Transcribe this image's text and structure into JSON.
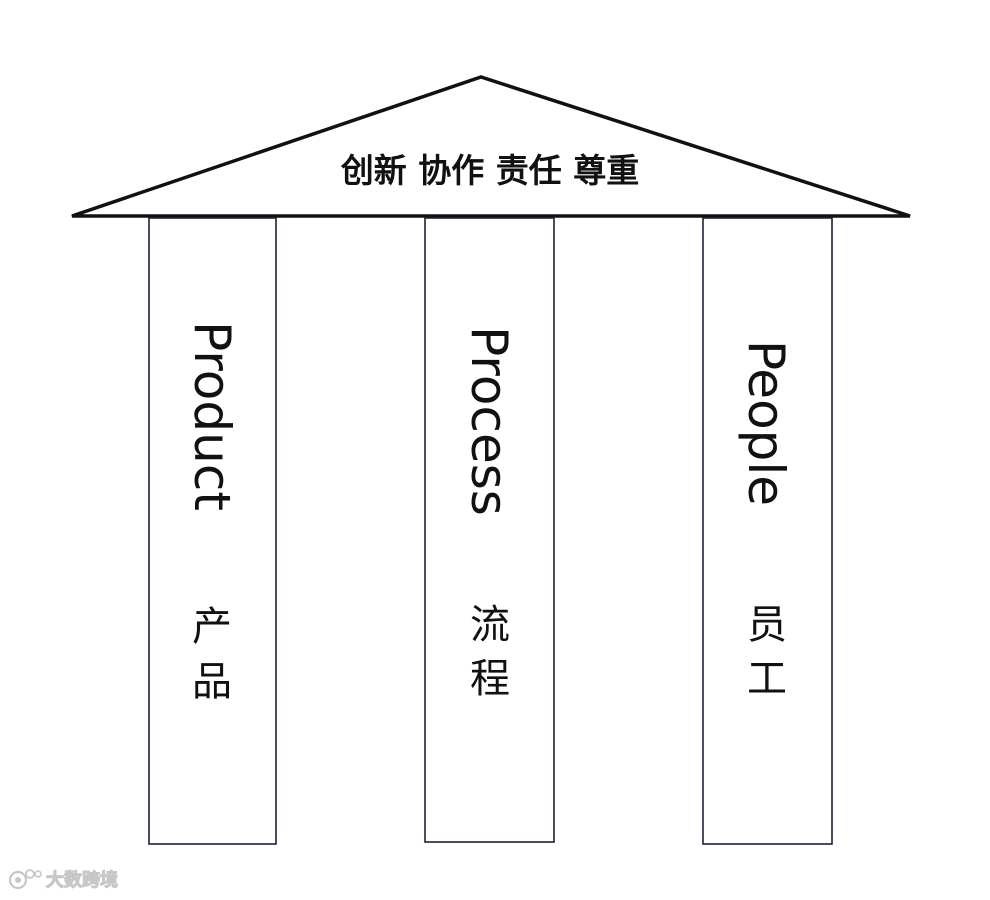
{
  "roof": {
    "label": "创新 协作 责任 尊重"
  },
  "pillars": [
    {
      "en": "Product",
      "zh": [
        "产",
        "品"
      ]
    },
    {
      "en": "Process",
      "zh": [
        "流",
        "程"
      ]
    },
    {
      "en": "People",
      "zh": [
        "员",
        "工"
      ]
    }
  ],
  "watermark": {
    "text": "大数跨境"
  },
  "colors": {
    "stroke": "#111111",
    "pillar_border": "#1c2235",
    "background": "#ffffff"
  }
}
